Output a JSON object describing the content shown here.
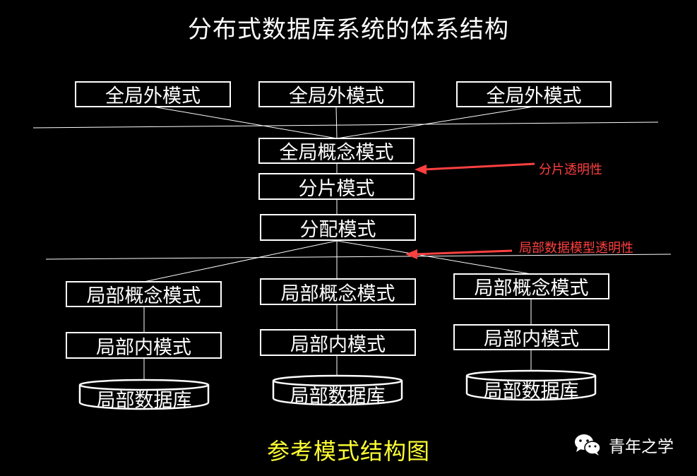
{
  "title": "分布式数据库系统的体系结构",
  "global_external": [
    "全局外模式",
    "全局外模式",
    "全局外模式"
  ],
  "global_conceptual": "全局概念模式",
  "fragment": "分片模式",
  "allocation": "分配模式",
  "local_sites": [
    {
      "conceptual": "局部概念模式",
      "internal": "局部内模式",
      "database": "局部数据库"
    },
    {
      "conceptual": "局部概念模式",
      "internal": "局部内模式",
      "database": "局部数据库"
    },
    {
      "conceptual": "局部概念模式",
      "internal": "局部内模式",
      "database": "局部数据库"
    }
  ],
  "annotations": {
    "fragment_transparency": "分片透明性",
    "local_model_transparency": "局部数据模型透明性"
  },
  "caption": "参考模式结构图",
  "brand": {
    "name": "青年之学",
    "icon": "wechat-icon"
  },
  "colors": {
    "background": "#000000",
    "box": "#ffffff",
    "annotation": "#ff4040",
    "caption": "#ffff33"
  }
}
